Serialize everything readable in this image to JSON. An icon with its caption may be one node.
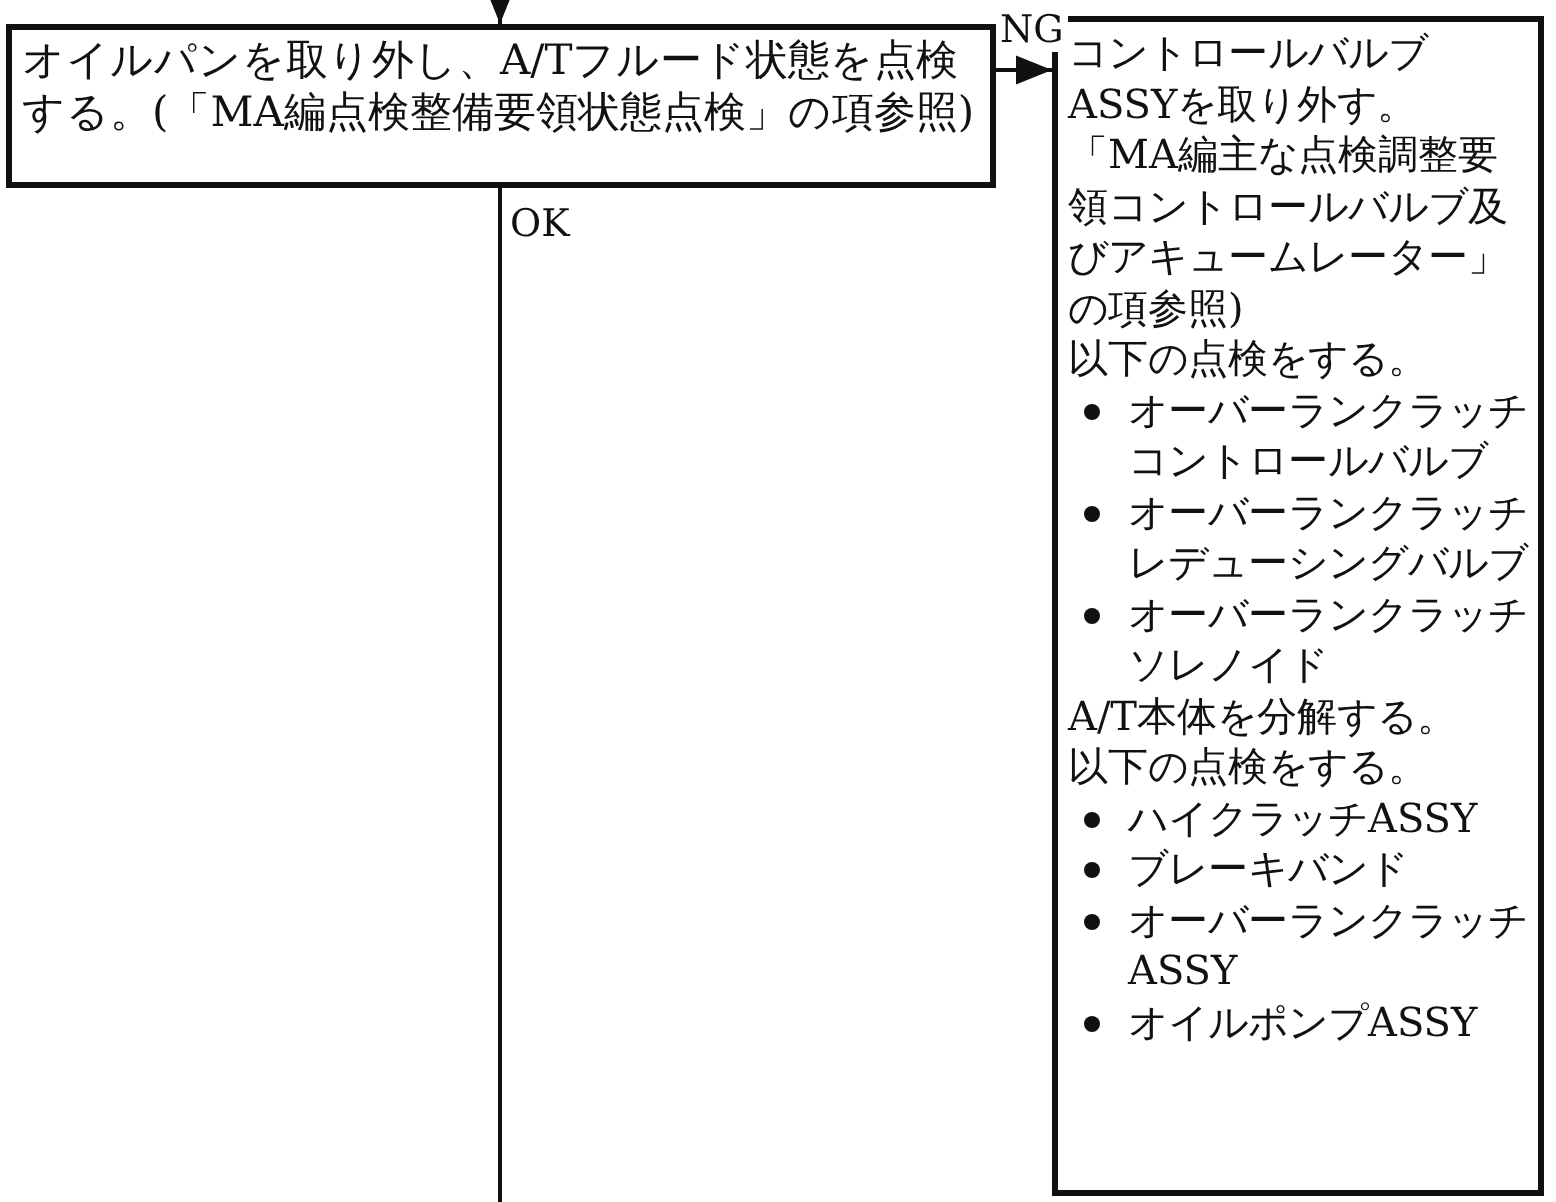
{
  "diagram": {
    "nodes": [
      {
        "text": [
          "オイルパンを取り外し、A/Tフルード状態を点検する。(「MA編点検整備要領状態点検」の項参照)"
        ]
      },
      {
        "text": [
          "コントロールバルブASSYを取り外す。",
          "「MA編主な点検調整要領コントロールバルブ及びアキュームレーター」の項参照)",
          "以下の点検をする。",
          "オーバーランクラッチコントロールバルブ",
          "オーバーランクラッチレデューシングバルブ",
          "オーバーランクラッチソレノイド",
          "A/T本体を分解する。",
          "以下の点検をする。",
          "ハイクラッチASSY",
          "ブレーキバンド",
          "オーバーランクラッチASSY",
          "オイルポンプASSY"
        ]
      }
    ],
    "edges": [
      {
        "from": null,
        "to": 0,
        "arrow": "to"
      },
      {
        "from": 0,
        "to": 1,
        "arrow": "to",
        "label": "NG"
      },
      {
        "from": 0,
        "to": null,
        "arrow": "none",
        "label": "OK"
      }
    ]
  }
}
